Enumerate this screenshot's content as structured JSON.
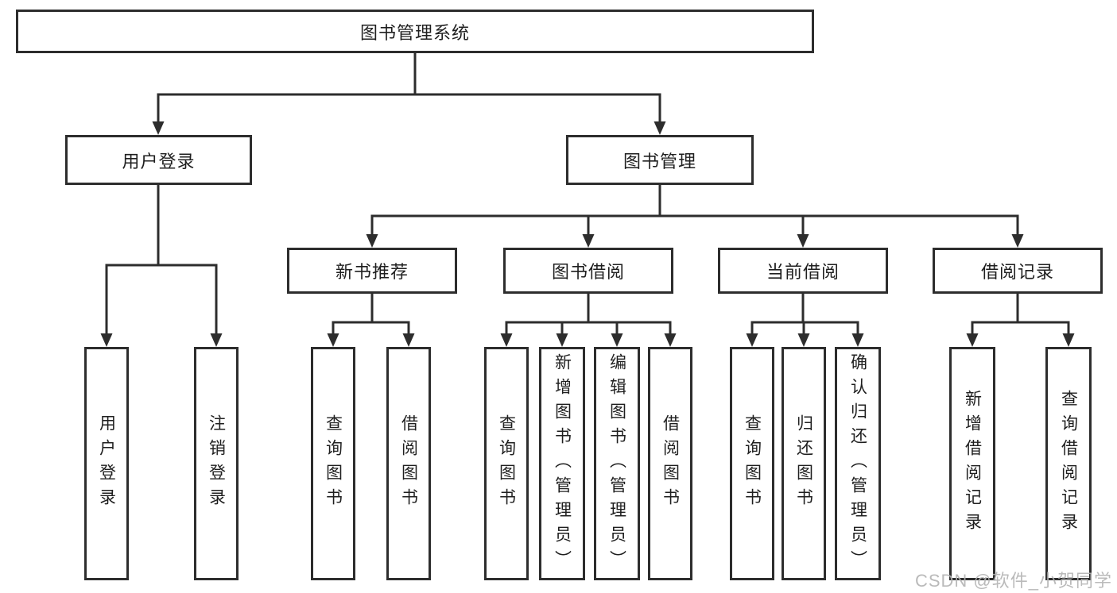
{
  "diagram": {
    "type": "hierarchy-tree",
    "colors": {
      "line": "#2d2d2d",
      "box_border": "#2d2d2d",
      "text": "#1f1f1f",
      "background": "#ffffff",
      "watermark": "#b2b2b2"
    },
    "watermark": "CSDN @软件_小贺同学",
    "tree": {
      "label": "图书管理系统",
      "children": [
        {
          "label": "用户登录",
          "children": [
            {
              "label": "用户登录"
            },
            {
              "label": "注销登录"
            }
          ]
        },
        {
          "label": "图书管理",
          "children": [
            {
              "label": "新书推荐",
              "children": [
                {
                  "label": "查询图书"
                },
                {
                  "label": "借阅图书"
                }
              ]
            },
            {
              "label": "图书借阅",
              "children": [
                {
                  "label": "查询图书"
                },
                {
                  "label": "新增图书（管理员）"
                },
                {
                  "label": "编辑图书（管理员）"
                },
                {
                  "label": "借阅图书"
                }
              ]
            },
            {
              "label": "当前借阅",
              "children": [
                {
                  "label": "查询图书"
                },
                {
                  "label": "归还图书"
                },
                {
                  "label": "确认归还（管理员）"
                }
              ]
            },
            {
              "label": "借阅记录",
              "children": [
                {
                  "label": "新增借阅记录"
                },
                {
                  "label": "查询借阅记录"
                }
              ]
            }
          ]
        }
      ]
    }
  }
}
